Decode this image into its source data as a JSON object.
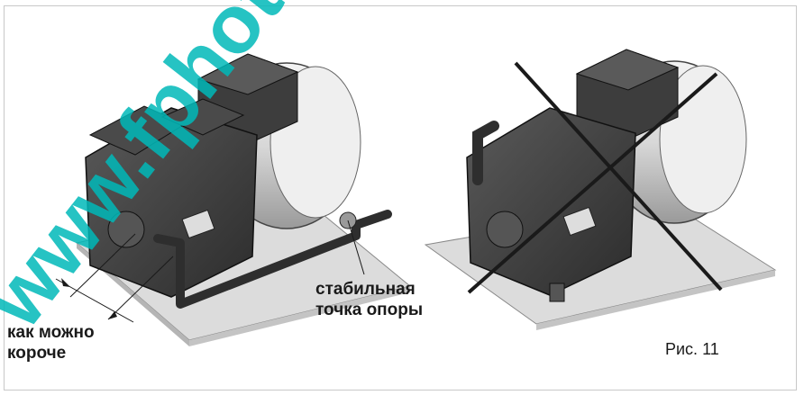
{
  "watermark": {
    "text": "www.fphoto.ru",
    "color": "#00b8b8"
  },
  "left_figure": {
    "label_line1": "как можно",
    "label_line2": "короче",
    "support_line1": "стабильная",
    "support_line2": "точка опоры"
  },
  "caption": "Рис. 11",
  "colors": {
    "outline": "#222222",
    "metal_dark": "#3a3a3a",
    "metal_mid": "#6b6b6b",
    "base_plate": "#d9d9d9",
    "drum": "#e6e6e6"
  }
}
